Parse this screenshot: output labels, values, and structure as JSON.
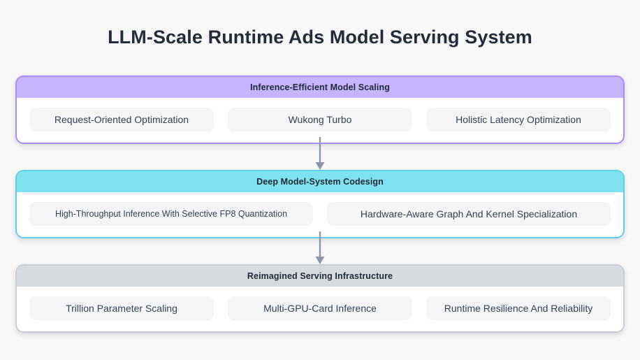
{
  "page": {
    "title": "LLM-Scale Runtime Ads Model Serving System",
    "background_color": "#f7f7f8",
    "title_color": "#242c3c"
  },
  "diagram": {
    "type": "vertical-flow",
    "connector_icon": "arrow-down-icon",
    "connector_color": "#8e97a6",
    "sections": [
      {
        "header": "Inference-Efficient Model Scaling",
        "border_color": "#a78bfa",
        "header_color": "#c4b5fd",
        "items": [
          "Request-Oriented Optimization",
          "Wukong Turbo",
          "Holistic Latency Optimization"
        ]
      },
      {
        "header": "Deep Model-System Codesign",
        "border_color": "#5ccfe6",
        "header_color": "#7fe0f0",
        "items": [
          "High-Throughput Inference With Selective FP8 Quantization",
          "Hardware-Aware Graph And Kernel Specialization"
        ]
      },
      {
        "header": "Reimagined Serving Infrastructure",
        "border_color": "#c8cdd4",
        "header_color": "#d7dbe0",
        "items": [
          "Trillion Parameter Scaling",
          "Multi-GPU-Card Inference",
          "Runtime Resilience And Reliability"
        ]
      }
    ]
  }
}
